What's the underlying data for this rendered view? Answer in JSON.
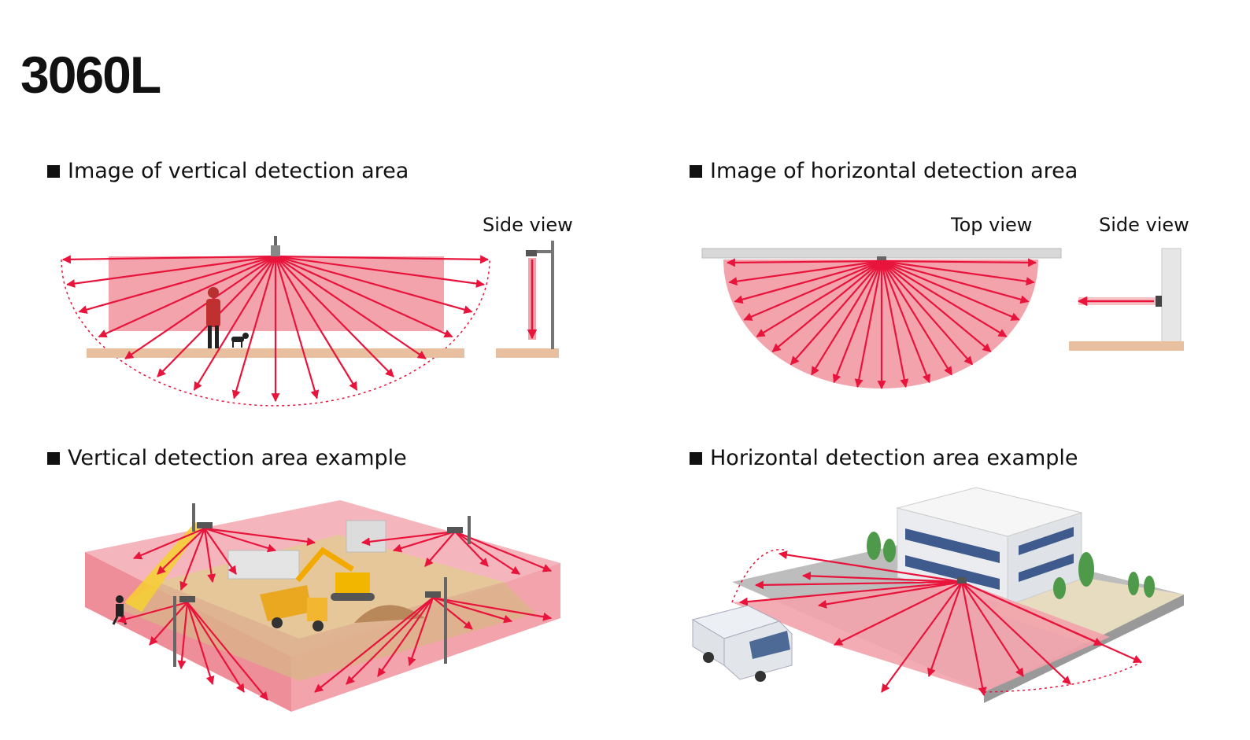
{
  "title": "3060L",
  "sections": {
    "vertical_image": {
      "label": "Image of vertical detection area",
      "side_view": "Side view"
    },
    "horizontal_image": {
      "label": "Image of horizontal detection area",
      "top_view": "Top view",
      "side_view": "Side view"
    },
    "vertical_example": {
      "label": "Vertical detection area example"
    },
    "horizontal_example": {
      "label": "Horizontal detection area example"
    }
  },
  "colors": {
    "detection": "#f2a3ab",
    "beam": "#e8143c",
    "ground": "#e8c0a0"
  }
}
